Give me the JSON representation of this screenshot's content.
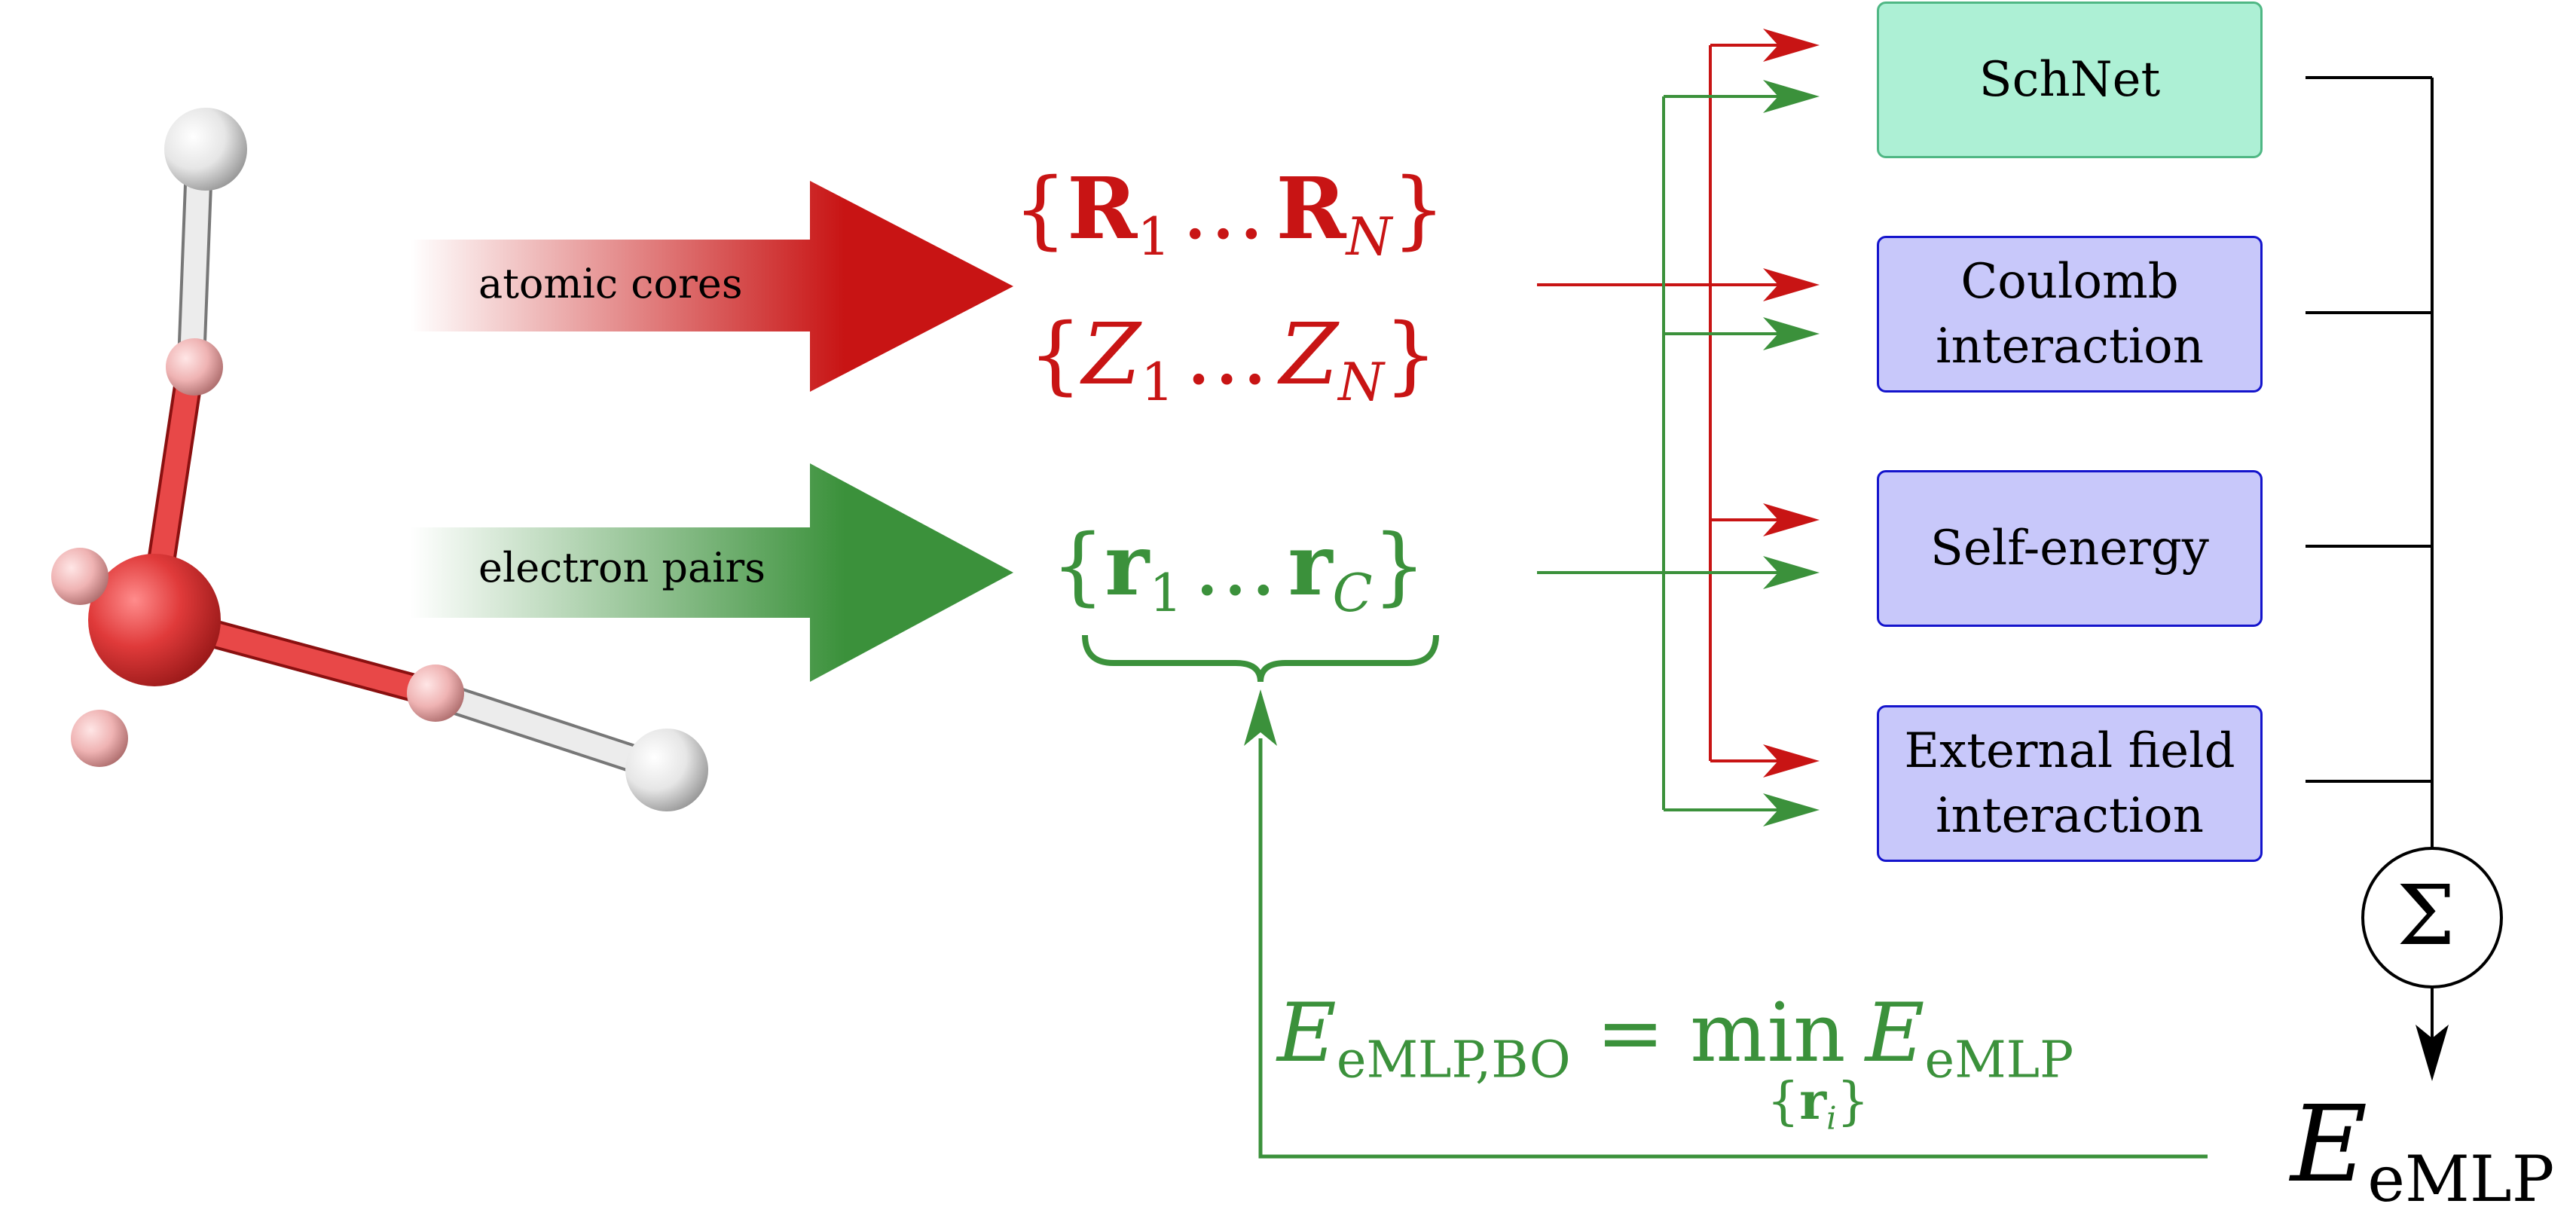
{
  "colors": {
    "red": "#c81414",
    "green": "#3b913b",
    "box_schnet_fill": "#adf0d5",
    "box_schnet_border": "#4fb784",
    "box_blue_fill": "#c8c8fa",
    "box_blue_border": "#1414cc",
    "molecule_oxygen": "#e03a3a",
    "molecule_hydrogen": "#e6e6e6",
    "molecule_pair": "#efb3b3"
  },
  "inputs": {
    "cores_label": "atomic cores",
    "pairs_label": "electron pairs"
  },
  "sets": {
    "positions": {
      "open": "{",
      "symbol": "R",
      "sub_first": "1",
      "dots": "…",
      "sub_last": "N",
      "close": "}"
    },
    "charges": {
      "open": "{",
      "symbol": "Z",
      "sub_first": "1",
      "dots": "…",
      "sub_last": "N",
      "close": "}"
    },
    "electrons": {
      "open": "{",
      "symbol": "r",
      "sub_first": "1",
      "dots": "…",
      "sub_last": "C",
      "close": "}"
    }
  },
  "modules": {
    "schnet": "SchNet",
    "coulomb_line1": "Coulomb",
    "coulomb_line2": "interaction",
    "self_energy": "Self-energy",
    "external_line1": "External field",
    "external_line2": "interaction"
  },
  "sum_symbol": "Σ",
  "output": {
    "symbol": "E",
    "subscript": "eMLP"
  },
  "minimization": {
    "lhs_symbol": "E",
    "lhs_subscript": "eMLP,BO",
    "equals": "=",
    "operator": "min",
    "under_open": "{",
    "under_symbol": "r",
    "under_index": "i",
    "under_close": "}",
    "rhs_symbol": "E",
    "rhs_subscript": "eMLP"
  }
}
